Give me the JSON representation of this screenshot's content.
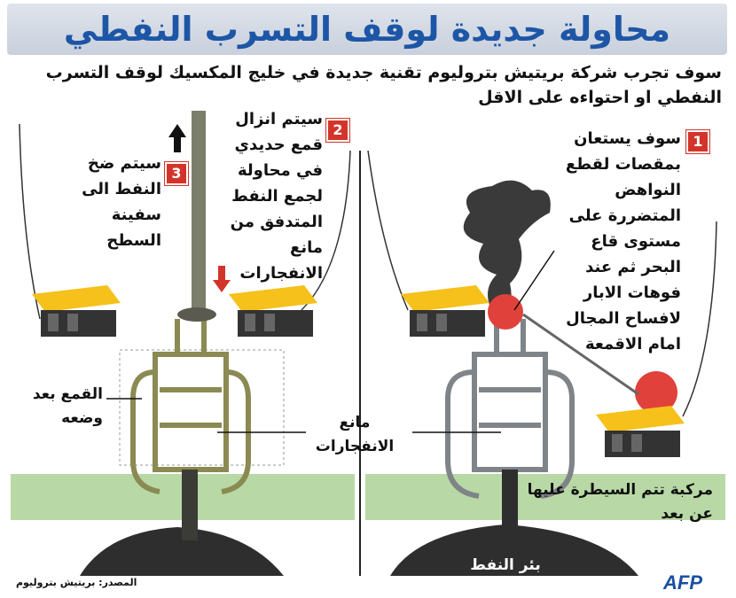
{
  "title": "محاولة جديدة لوقف التسرب النفطي",
  "subtitle": "سوف تجرب شركة بريتيش بتروليوم تقنية جديدة في خليج المكسيك لوقف التسرب النفطي او احتواءه على الاقل",
  "steps": [
    {
      "number": "1",
      "text": "سوف يستعان بمقصات لقطع النواهض المتضررة على مستوى قاع البحر ثم عند فوهات الابار لافساح المجال امام الاقمعة"
    },
    {
      "number": "2",
      "text": "سيتم انزال قمع حديدي في محاولة لجمع النفط المتدفق من مانع الانفجارات"
    },
    {
      "number": "3",
      "text": "سيتم ضخ النفط الى سفينة السطح"
    }
  ],
  "labels": {
    "funnel_after": "القمع بعد وضعه",
    "blowout_preventer": "مانع الانفجارات",
    "rov": "مركبة تتم السيطرة عليها عن بعد",
    "oil_well": "بئر النفط"
  },
  "source": "المصدر: بريتيش بتروليوم",
  "logo": "AFP",
  "colors": {
    "title": "#1d56a6",
    "badge": "#d2342a",
    "seabed": "#b8d9a6",
    "robot_yellow": "#f5c11a",
    "bop_left": "#8a8a52",
    "bop_right": "#7f8488",
    "oil_smoke": "#3a3a3a",
    "cut_marker": "#e0413a"
  }
}
